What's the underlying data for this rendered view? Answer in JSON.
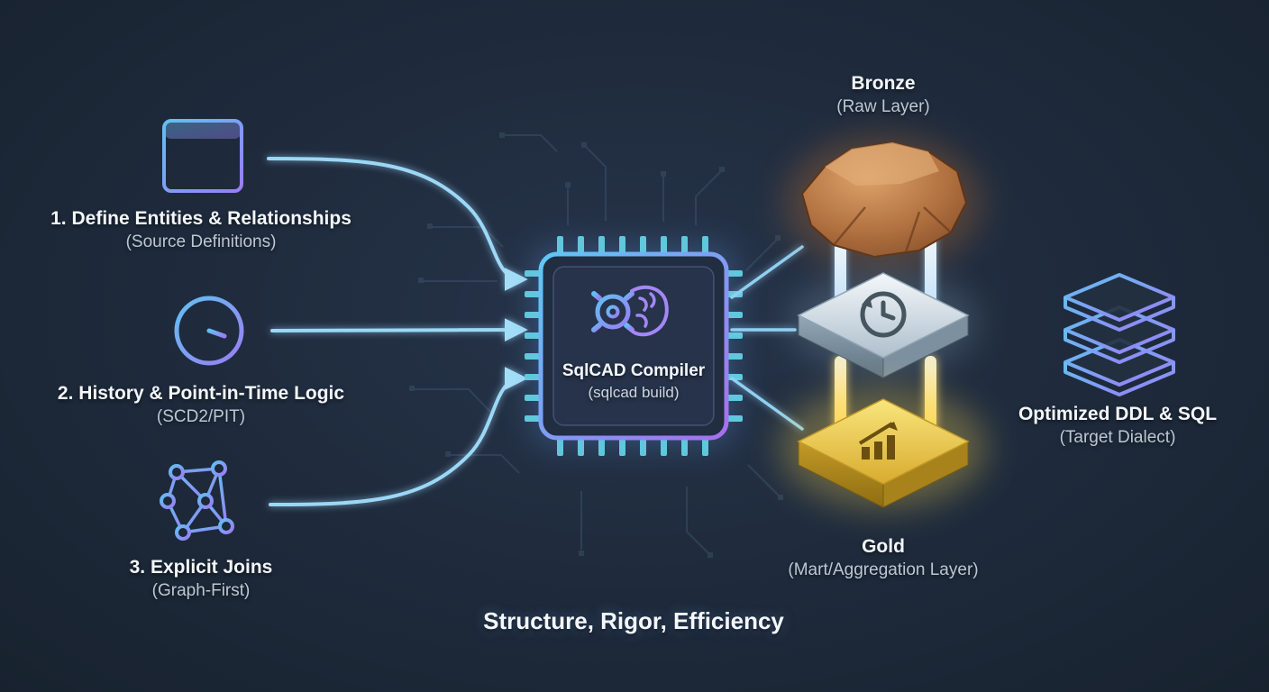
{
  "inputs": [
    {
      "title": "1. Define Entities & Relationships",
      "subtitle": "(Source Definitions)",
      "icon": "table-grid-icon"
    },
    {
      "title": "2. History & Point-in-Time Logic",
      "subtitle": "(SCD2/PIT)",
      "icon": "history-clock-icon"
    },
    {
      "title": "3. Explicit Joins",
      "subtitle": "(Graph-First)",
      "icon": "graph-network-icon"
    }
  ],
  "compiler": {
    "title": "SqlCAD Compiler",
    "subtitle": "(sqlcad build)",
    "icon": "gear-brain-chip-icon"
  },
  "medallion": {
    "bronze": {
      "title": "Bronze",
      "subtitle": "(Raw Layer)",
      "icon": "bronze-rock-icon"
    },
    "silver": {
      "icon": "history-clock-icon"
    },
    "gold": {
      "title": "Gold",
      "subtitle": "(Mart/Aggregation Layer)",
      "icon": "bar-chart-icon"
    }
  },
  "output": {
    "title": "Optimized DDL & SQL",
    "subtitle": "(Target Dialect)",
    "icon": "layer-stack-icon"
  },
  "tagline": "Structure, Rigor, Efficiency",
  "colors": {
    "background": "#1e2a3b",
    "accent_blue": "#62c0f2",
    "accent_purple": "#9a7df6",
    "arrow": "#9bd8f6",
    "bronze": "#b0703f",
    "silver": "#c3d0db",
    "gold": "#e8c64a",
    "title_text": "#f3f6fa",
    "subtitle_text": "#bdc7d4"
  }
}
